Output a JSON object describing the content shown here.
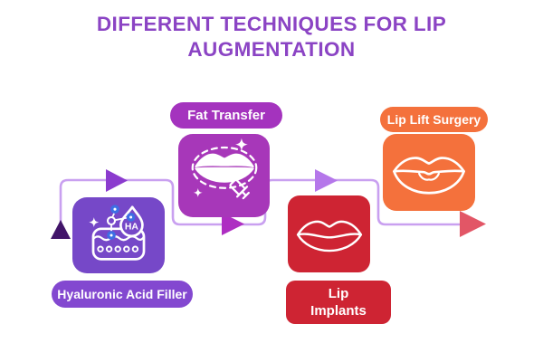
{
  "title": {
    "line1": "DIFFERENT TECHNIQUES FOR LIP",
    "line2": "AUGMENTATION",
    "color": "#8B44C4"
  },
  "steps": [
    {
      "label": "Hyaluronic Acid Filler",
      "box_color": "#7648C8",
      "label_bg": "#8348D0",
      "icon": "ha-filler-icon",
      "label_position": "below"
    },
    {
      "label": "Fat Transfer",
      "box_color": "#A737B9",
      "label_bg": "#A433BE",
      "icon": "lips-syringe-icon",
      "label_position": "above"
    },
    {
      "label": "Lip\nImplants",
      "box_color": "#CE2433",
      "label_bg": "#CE2433",
      "icon": "lips-icon",
      "label_position": "below"
    },
    {
      "label": "Lip Lift Surgery",
      "box_color": "#F4713C",
      "label_bg": "#F4713C",
      "icon": "full-lips-icon",
      "label_position": "above"
    }
  ],
  "flow": {
    "line_color": "#C9A0F0",
    "arrows": [
      {
        "name": "start-up-arrow",
        "color": "#411469",
        "direction": "up"
      },
      {
        "name": "arrow-after-start",
        "color": "#8B3BCE",
        "direction": "right"
      },
      {
        "name": "arrow-after-fat-transfer",
        "color": "#AE2EC2",
        "direction": "right"
      },
      {
        "name": "arrow-before-lip-lift",
        "color": "#B577EA",
        "direction": "right"
      },
      {
        "name": "end-arrow",
        "color": "#E25666",
        "direction": "right"
      }
    ],
    "ha_badge_text": "HA",
    "ha_dot_color": "#3D6FE4"
  }
}
